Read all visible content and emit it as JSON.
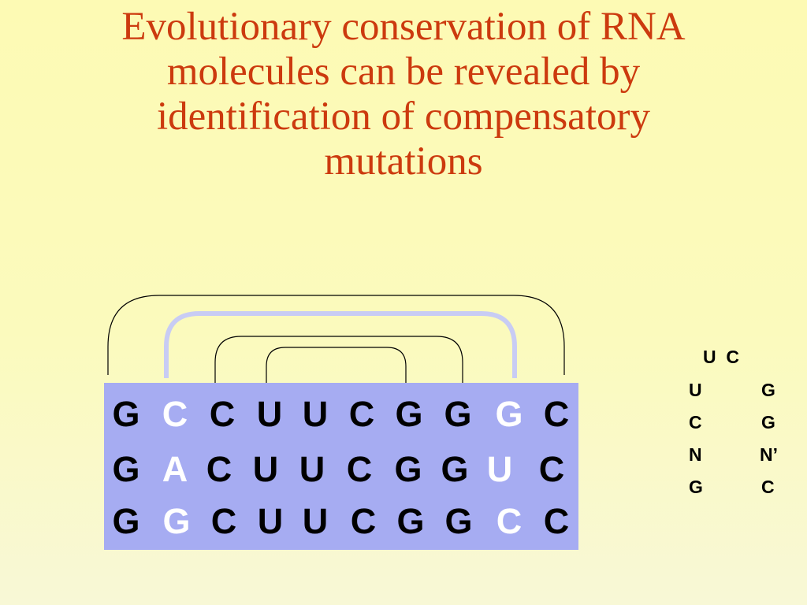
{
  "title": {
    "lines": [
      "Evolutionary conservation of RNA",
      "molecules can be revealed by",
      "identification of compensatory",
      "mutations"
    ]
  },
  "colors": {
    "title": "#cc3a0e",
    "sequence_box": "#a6acf2",
    "nucleotide": "#000000",
    "compensatory_nucleotide": "#ffffff",
    "highlight_arc": "#c8ccf4",
    "arc": "#000000"
  },
  "alignment": {
    "sequences": [
      [
        "G",
        "C",
        "C",
        "U",
        "U",
        "C",
        "G",
        "G",
        "G",
        "C"
      ],
      [
        "G",
        "A",
        "C",
        "U",
        "U",
        "C",
        "G",
        "G",
        "U",
        "C"
      ],
      [
        "G",
        "G",
        "C",
        "U",
        "U",
        "C",
        "G",
        "G",
        "C",
        "C"
      ]
    ],
    "compensatory_columns": [
      2,
      9
    ],
    "base_pairs": [
      {
        "from": 1,
        "to": 10,
        "highlight": false
      },
      {
        "from": 2,
        "to": 9,
        "highlight": true
      },
      {
        "from": 3,
        "to": 8,
        "highlight": false
      },
      {
        "from": 4,
        "to": 7,
        "highlight": false
      }
    ]
  },
  "hairpin": {
    "loop_top": "U  C",
    "stem": [
      {
        "left": "U",
        "right": "G"
      },
      {
        "left": "C",
        "right": "G"
      },
      {
        "left": "N",
        "right": "N’"
      },
      {
        "left": "G",
        "right": "C"
      }
    ]
  }
}
